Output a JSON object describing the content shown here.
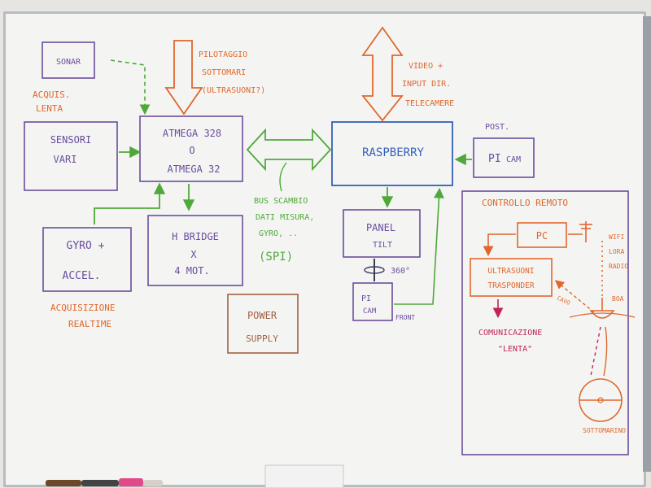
{
  "colors": {
    "purple": "#6a4c9c",
    "blue": "#3460b8",
    "green": "#4fa83a",
    "orange": "#e0672c",
    "brown": "#a06040",
    "magenta": "#c0245a"
  },
  "boxes": {
    "sonar": "SONAR",
    "sensori": [
      "SENSORI",
      "VARI"
    ],
    "atmega": [
      "ATMEGA 328",
      "O",
      "ATMEGA 32"
    ],
    "raspberry": "RASPBERRY",
    "picam_post": [
      "PI",
      "CAM"
    ],
    "gyro": [
      "GYRO +",
      "ACCEL."
    ],
    "hbridge": [
      "H BRIDGE",
      "X",
      "4 MOT."
    ],
    "panel": [
      "PANEL",
      "TILT"
    ],
    "picam_front": [
      "PI",
      "CAM"
    ],
    "power": [
      "POWER",
      "SUPPLY"
    ],
    "pc": "PC",
    "ultrasuoni": [
      "ULTRASUONI",
      "TRASPONDER"
    ]
  },
  "labels": {
    "acquis_lenta": [
      "ACQUIS.",
      "LENTA"
    ],
    "pilotaggio": [
      "PILOTAGGIO",
      "SOTTOMARI",
      "(ULTRASUONI?)"
    ],
    "video": [
      "VIDEO +",
      "INPUT DIR.",
      "TELECAMERE"
    ],
    "post": "POST.",
    "bus": [
      "BUS SCAMBIO",
      "DATI MISURA,",
      "GYRO, ..",
      "(SPI)"
    ],
    "acq_realtime": [
      "ACQUISIZIONE",
      "REALTIME"
    ],
    "rotation": "360°",
    "front": "FRONT",
    "controllo": "CONTROLLO REMOTO",
    "wifi": [
      "WIFI",
      "LORA",
      "RADIO"
    ],
    "boa": "BOA",
    "cavo": "CAVO",
    "comunicazione": [
      "COMUNICAZIONE",
      "\"LENTA\""
    ],
    "sottomarino": "SOTTOMARINO"
  }
}
